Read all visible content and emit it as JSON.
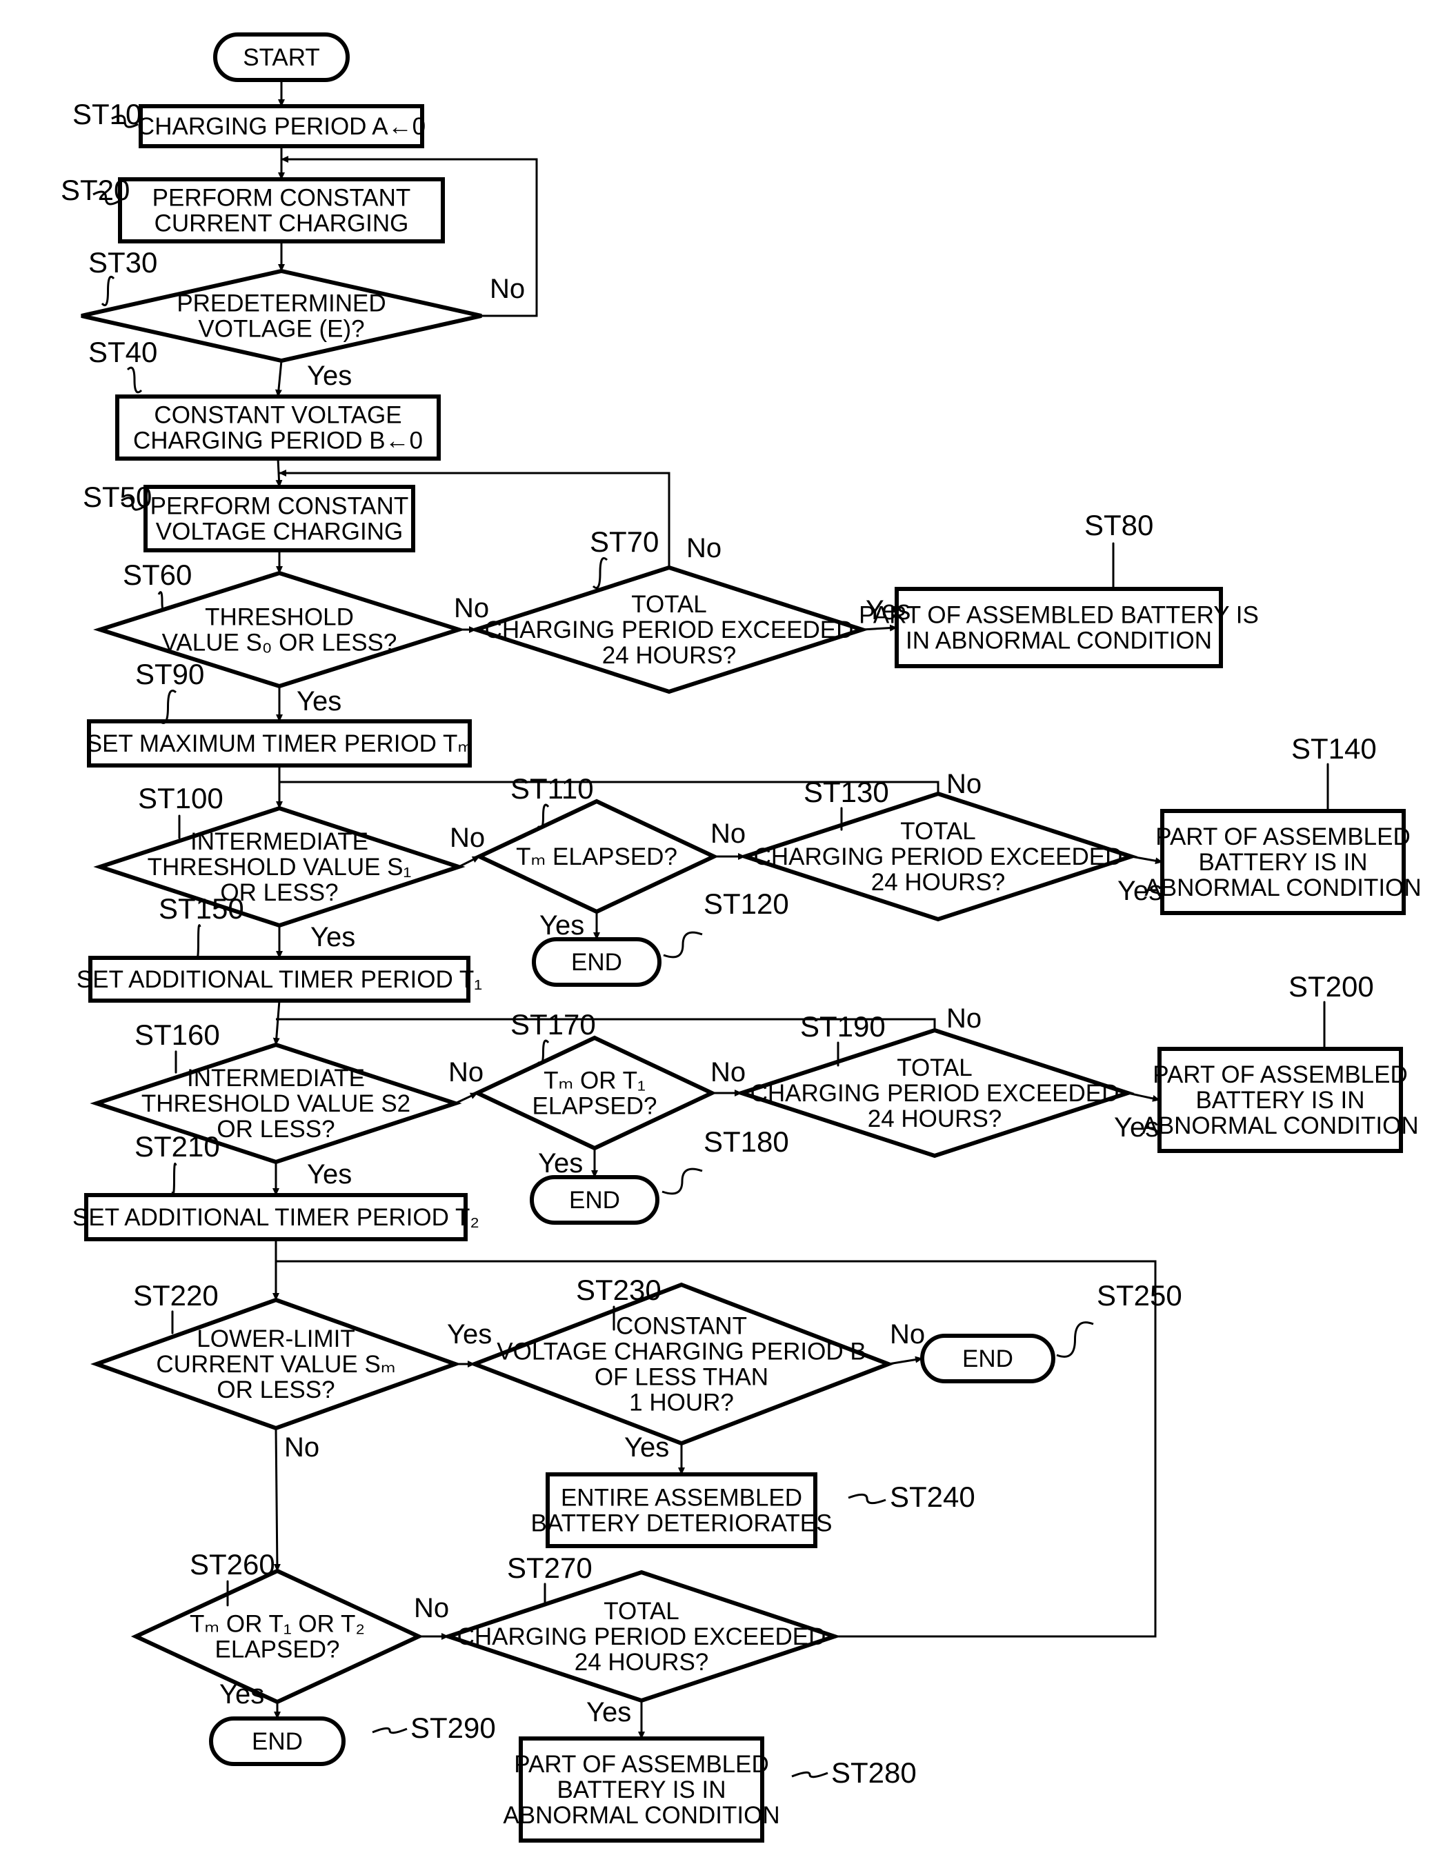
{
  "nodes": {
    "start": {
      "label": "ST",
      "lines": [
        "START"
      ]
    },
    "st10": {
      "label": "ST10",
      "lines": [
        "CHARGING PERIOD A←0"
      ]
    },
    "st20": {
      "label": "ST20",
      "lines": [
        "PERFORM CONSTANT",
        "CURRENT CHARGING"
      ]
    },
    "st30": {
      "label": "ST30",
      "lines": [
        "PREDETERMINED",
        "VOTLAGE (E)?"
      ]
    },
    "st40": {
      "label": "ST40",
      "lines": [
        "CONSTANT VOLTAGE",
        "CHARGING PERIOD B←0"
      ]
    },
    "st50": {
      "label": "ST50",
      "lines": [
        "PERFORM CONSTANT",
        "VOLTAGE CHARGING"
      ]
    },
    "st60": {
      "label": "ST60",
      "lines": [
        "THRESHOLD",
        "VALUE S₀ OR LESS?"
      ]
    },
    "st70": {
      "label": "ST70",
      "lines": [
        "TOTAL",
        "CHARGING PERIOD EXCEEDED",
        "24 HOURS?"
      ]
    },
    "st80": {
      "label": "ST80",
      "lines": [
        "PART OF ASSEMBLED BATTERY IS",
        "IN ABNORMAL CONDITION"
      ]
    },
    "st90": {
      "label": "ST90",
      "lines": [
        "SET MAXIMUM TIMER PERIOD Tₘ"
      ]
    },
    "st100": {
      "label": "ST100",
      "lines": [
        "INTERMEDIATE",
        "THRESHOLD VALUE S₁",
        "OR LESS?"
      ]
    },
    "st110": {
      "label": "ST110",
      "lines": [
        "Tₘ ELAPSED?"
      ]
    },
    "st120": {
      "label": "ST120",
      "lines": [
        "END"
      ]
    },
    "st130": {
      "label": "ST130",
      "lines": [
        "TOTAL",
        "CHARGING PERIOD EXCEEDED",
        "24 HOURS?"
      ]
    },
    "st140": {
      "label": "ST140",
      "lines": [
        "PART OF ASSEMBLED",
        "BATTERY IS IN",
        "ABNORMAL CONDITION"
      ]
    },
    "st150": {
      "label": "ST150",
      "lines": [
        "SET ADDITIONAL TIMER PERIOD T₁"
      ]
    },
    "st160": {
      "label": "ST160",
      "lines": [
        "INTERMEDIATE",
        "THRESHOLD VALUE S2",
        "OR LESS?"
      ]
    },
    "st170": {
      "label": "ST170",
      "lines": [
        "Tₘ OR T₁",
        "ELAPSED?"
      ]
    },
    "st180": {
      "label": "ST180",
      "lines": [
        "END"
      ]
    },
    "st190": {
      "label": "ST190",
      "lines": [
        "TOTAL",
        "CHARGING PERIOD EXCEEDED",
        "24 HOURS?"
      ]
    },
    "st200": {
      "label": "ST200",
      "lines": [
        "PART OF ASSEMBLED",
        "BATTERY IS IN",
        "ABNORMAL CONDITION"
      ]
    },
    "st210": {
      "label": "ST210",
      "lines": [
        "SET ADDITIONAL TIMER PERIOD T₂"
      ]
    },
    "st220": {
      "label": "ST220",
      "lines": [
        "LOWER-LIMIT",
        "CURRENT VALUE Sₘ",
        "OR LESS?"
      ]
    },
    "st230": {
      "label": "ST230",
      "lines": [
        "CONSTANT",
        "VOLTAGE CHARGING PERIOD B",
        "OF LESS THAN",
        "1 HOUR?"
      ]
    },
    "st240": {
      "label": "ST240",
      "lines": [
        "ENTIRE ASSEMBLED",
        "BATTERY DETERIORATES"
      ]
    },
    "st250": {
      "label": "ST250",
      "lines": [
        "END"
      ]
    },
    "st260": {
      "label": "ST260",
      "lines": [
        "Tₘ OR T₁ OR T₂",
        "ELAPSED?"
      ]
    },
    "st270": {
      "label": "ST270",
      "lines": [
        "TOTAL",
        "CHARGING PERIOD EXCEEDED",
        "24 HOURS?"
      ]
    },
    "st280": {
      "label": "ST280",
      "lines": [
        "PART OF ASSEMBLED",
        "BATTERY IS IN",
        "ABNORMAL CONDITION"
      ]
    },
    "st290": {
      "label": "ST290",
      "lines": [
        "END"
      ]
    }
  },
  "branch": {
    "yes": "Yes",
    "no": "No"
  }
}
